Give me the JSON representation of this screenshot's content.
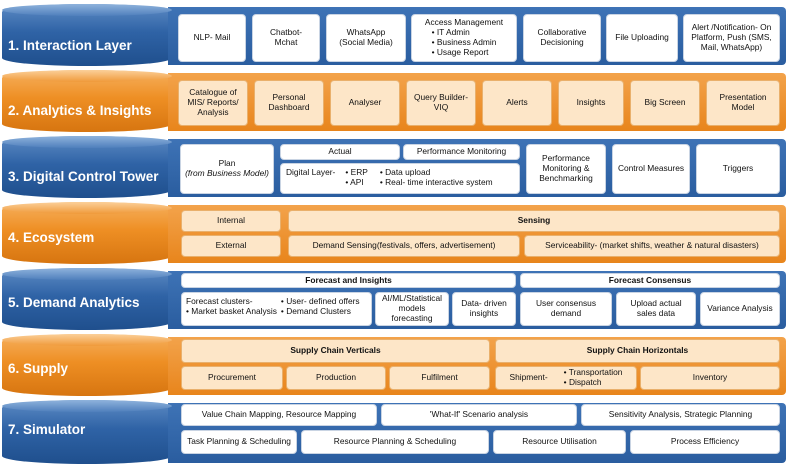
{
  "layers": [
    {
      "name": "1. Interaction Layer",
      "color": "blue"
    },
    {
      "name": "2. Analytics & Insights",
      "color": "orange"
    },
    {
      "name": "3. Digital Control Tower",
      "color": "blue"
    },
    {
      "name": "4. Ecosystem",
      "color": "orange"
    },
    {
      "name": "5. Demand Analytics",
      "color": "blue"
    },
    {
      "name": "6. Supply",
      "color": "orange"
    },
    {
      "name": "7. Simulator",
      "color": "blue"
    }
  ],
  "interaction": {
    "nlp_mail": "NLP- Mail",
    "chatbot_l1": "Chatbot-",
    "chatbot_l2": "Mchat",
    "whatsapp_l1": "WhatsApp",
    "whatsapp_l2": "(Social Media)",
    "access_title": "Access Management",
    "access_items": [
      "IT Admin",
      "Business Admin",
      "Usage Report"
    ],
    "collab_l1": "Collaborative",
    "collab_l2": "Decisioning",
    "file_upload": "File Uploading",
    "alert_l1": "Alert /Notification- On",
    "alert_l2": "Platform, Push (SMS,",
    "alert_l3": "Mail, WhatsApp)"
  },
  "analytics": {
    "catalogue_l1": "Catalogue of",
    "catalogue_l2": "MIS/ Reports/",
    "catalogue_l3": "Analysis",
    "personal_l1": "Personal",
    "personal_l2": "Dashboard",
    "analyser": "Analyser",
    "query_l1": "Query Builder-",
    "query_l2": "VIQ",
    "alerts": "Alerts",
    "insights": "Insights",
    "bigscreen": "Big Screen",
    "presentation_l1": "Presentation",
    "presentation_l2": "Model"
  },
  "control_tower": {
    "plan": "Plan",
    "plan_sub": "(from Business Model)",
    "actual": "Actual",
    "perf_monitoring": "Performance Monitoring",
    "digital_layer": "Digital Layer-",
    "digital_items_a": [
      "ERP",
      "API"
    ],
    "digital_items_b": [
      "Data upload",
      "Real- time interactive system"
    ],
    "perf_bench_l1": "Performance",
    "perf_bench_l2": "Monitoring &",
    "perf_bench_l3": "Benchmarking",
    "control_measures": "Control Measures",
    "triggers": "Triggers"
  },
  "ecosystem": {
    "internal": "Internal",
    "external": "External",
    "sensing": "Sensing",
    "demand_sensing": "Demand Sensing(festivals, offers, advertisement)",
    "serviceability": "Serviceability- (market shifts, weather & natural disasters)"
  },
  "demand": {
    "forecast_insights": "Forecast and Insights",
    "forecast_consensus": "Forecast Consensus",
    "clusters_title": "Forecast clusters-",
    "clusters_items": [
      "Market basket Analysis"
    ],
    "user_items": [
      "User- defined offers",
      "Demand Clusters"
    ],
    "aiml_l1": "AI/ML/Statistical",
    "aiml_l2": "models forecasting",
    "datadriven_l1": "Data- driven",
    "datadriven_l2": "insights",
    "user_consensus_l1": "User consensus",
    "user_consensus_l2": "demand",
    "upload_l1": "Upload actual",
    "upload_l2": "sales data",
    "variance": "Variance Analysis"
  },
  "supply": {
    "verticals": "Supply Chain Verticals",
    "horizontals": "Supply Chain Horizontals",
    "procurement": "Procurement",
    "production": "Production",
    "fulfilment": "Fulfilment",
    "shipment": "Shipment-",
    "shipment_items": [
      "Transportation",
      "Dispatch"
    ],
    "inventory": "Inventory"
  },
  "simulator": {
    "value_chain": "Value Chain Mapping, Resource Mapping",
    "what_if": "'What-If' Scenario analysis",
    "sensitivity": "Sensitivity Analysis, Strategic Planning",
    "task_planning": "Task Planning & Scheduling",
    "resource_planning": "Resource Planning & Scheduling",
    "resource_util": "Resource Utilisation",
    "process_eff": "Process Efficiency"
  }
}
